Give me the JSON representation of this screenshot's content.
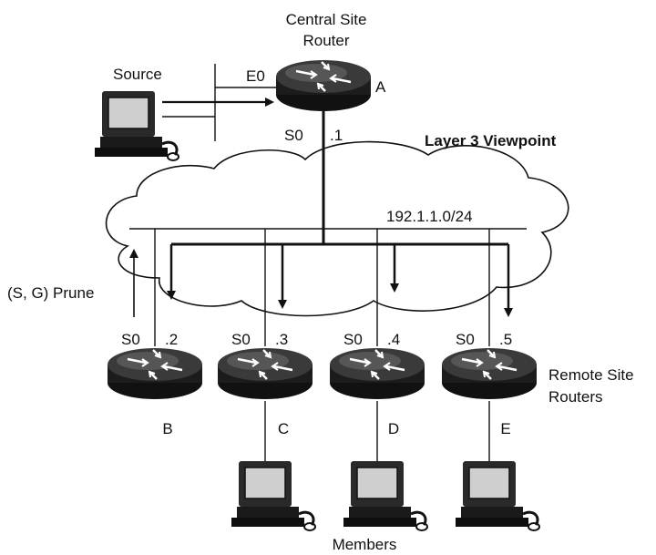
{
  "title": "Layer 3 Viewpoint",
  "central_router": {
    "caption_line1": "Central Site",
    "caption_line2": "Router",
    "id": "A",
    "ethernet_port": "E0",
    "serial_port": "S0",
    "address": ".1"
  },
  "source": {
    "label": "Source"
  },
  "network": {
    "subnet": "192.1.1.0/24"
  },
  "prune": {
    "label": "(S, G) Prune"
  },
  "remote_routers": {
    "caption_line1": "Remote Site",
    "caption_line2": "Routers",
    "items": [
      {
        "id": "B",
        "port": "S0",
        "address": ".2"
      },
      {
        "id": "C",
        "port": "S0",
        "address": ".3"
      },
      {
        "id": "D",
        "port": "S0",
        "address": ".4"
      },
      {
        "id": "E",
        "port": "S0",
        "address": ".5"
      }
    ]
  },
  "members": {
    "label": "Members"
  },
  "colors": {
    "router_dark": "#1a1a1a",
    "router_light": "#6a6a6a",
    "screen": "#cfcfcf",
    "line": "#111111"
  }
}
